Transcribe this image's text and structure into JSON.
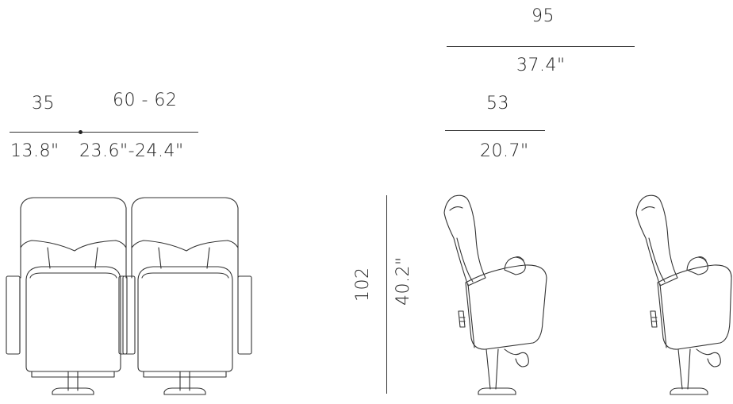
{
  "front_view": {
    "width_seat_cm": "35",
    "width_seat_in": "13.8\"",
    "width_range_cm": "60 - 62",
    "width_range_in": "23.6\"-24.4\""
  },
  "side_view": {
    "depth_open_cm": "95",
    "depth_open_in": "37.4\"",
    "depth_closed_cm": "53",
    "depth_closed_in": "20.7\"",
    "height_cm": "102",
    "height_in": "40.2\""
  },
  "colors": {
    "line": "#333333",
    "background": "#ffffff"
  }
}
